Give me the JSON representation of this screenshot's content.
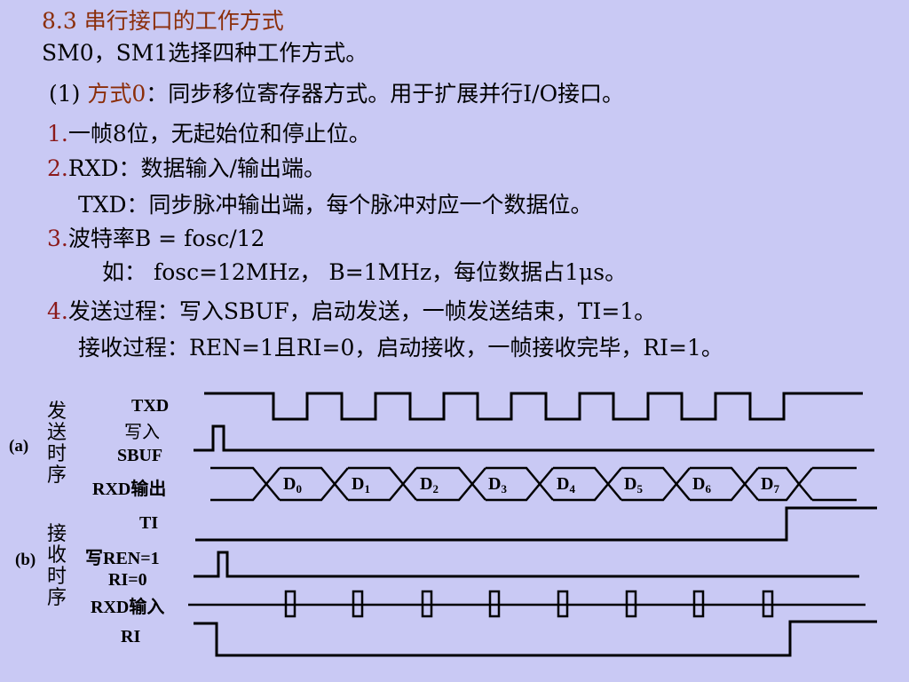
{
  "slide": {
    "title": "8.3 串行接口的工作方式",
    "subtitle": "SM0，SM1选择四种工作方式。",
    "mode_prefix": "(1) ",
    "mode_name": "方式0",
    "mode_desc": "：同步移位寄存器方式。用于扩展并行I/O接口。",
    "items": [
      {
        "num": "1.",
        "text": "一帧8位，无起始位和停止位。"
      },
      {
        "num": "2.",
        "text": "RXD：数据输入/输出端。"
      },
      {
        "num": "",
        "text": "TXD：同步脉冲输出端，每个脉冲对应一个数据位。"
      },
      {
        "num": "3.",
        "text": "波特率B = fosc/12"
      },
      {
        "num": "",
        "text": "如：  fosc=12MHz， B=1MHz，每位数据占1μs。"
      },
      {
        "num": "4.",
        "text": "发送过程：写入SBUF，启动发送，一帧发送结束，TI=1。"
      },
      {
        "num": "",
        "text": "接收过程：REN=1且RI=0，启动接收，一帧接收完毕，RI=1。"
      }
    ]
  },
  "timing": {
    "group_a": {
      "chars": [
        "发",
        "送",
        "时",
        "序"
      ],
      "tag": "(a)"
    },
    "group_b": {
      "chars": [
        "接",
        "收",
        "时",
        "序"
      ],
      "tag": "(b)"
    },
    "signals": {
      "txd": "TXD",
      "write_sbuf_1": "写入",
      "write_sbuf_2": "SBUF",
      "rxd_out": "RXD输出",
      "ti": "TI",
      "write_ren": "写REN=1",
      "ri_zero": "RI=0",
      "rxd_in": "RXD输入",
      "ri": "RI"
    },
    "data_bits": [
      "D0",
      "D1",
      "D2",
      "D3",
      "D4",
      "D5",
      "D6",
      "D7"
    ]
  }
}
